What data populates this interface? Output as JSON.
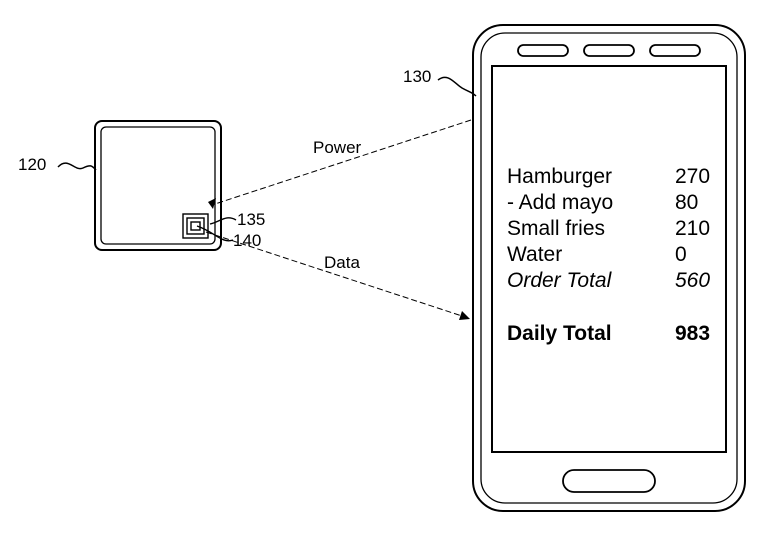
{
  "labels": {
    "device_ref": "120",
    "phone_ref": "130",
    "coil_ref": "135",
    "chip_ref": "140",
    "power_label": "Power",
    "data_label": "Data"
  },
  "screen": {
    "items": [
      {
        "name": "Hamburger",
        "value": "270"
      },
      {
        "name": "- Add mayo",
        "value": "80"
      },
      {
        "name": "Small fries",
        "value": "210"
      },
      {
        "name": "Water",
        "value": "0"
      }
    ],
    "order_total": {
      "name": "Order Total",
      "value": "560"
    },
    "daily_total": {
      "name": "Daily Total",
      "value": "983"
    }
  }
}
